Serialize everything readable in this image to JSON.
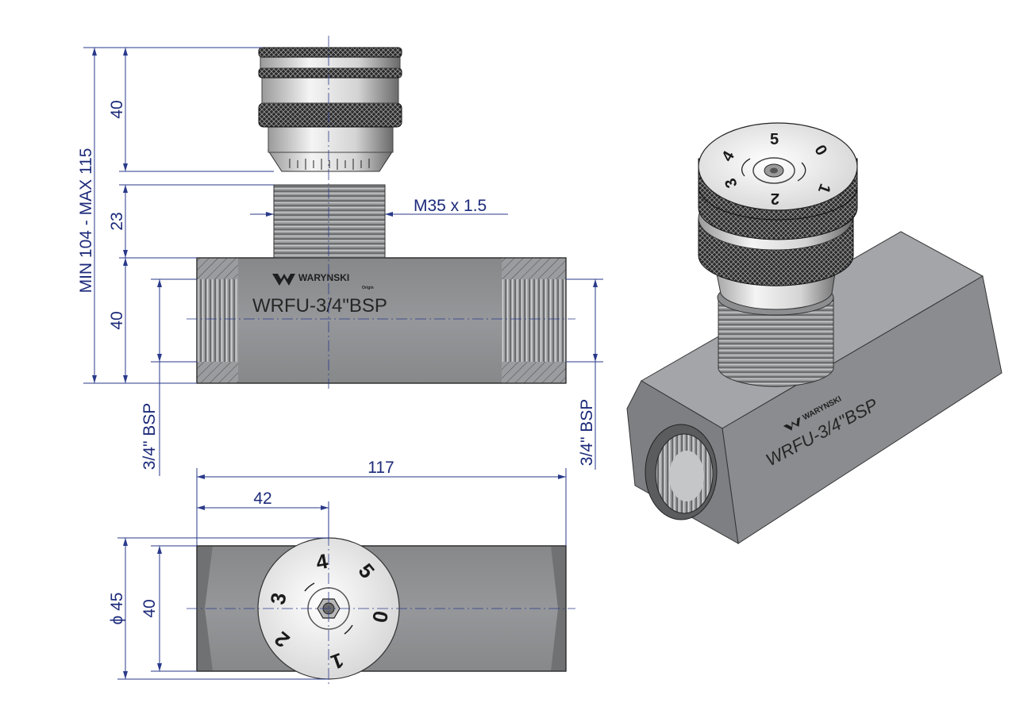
{
  "dimensions": {
    "overall_height": "MIN 104 - MAX 115",
    "knob_height": "40",
    "thread_height": "23",
    "body_height": "40",
    "thread_spec": "M35  x 1.5",
    "port_left": "3/4\" BSP",
    "port_right": "3/4\" BSP",
    "body_length": "117",
    "knob_offset": "42",
    "knob_diameter": "ϕ 45",
    "body_width": "40"
  },
  "labels": {
    "brand": "WARYNSKI",
    "brand_sub": "Origin",
    "model": "WRFU-3/4\"BSP"
  },
  "dial": {
    "numbers": [
      "4",
      "5",
      "0",
      "1",
      "2",
      "3"
    ]
  },
  "colors": {
    "dimension": "#1c2a7a",
    "body": "#8f9194",
    "knurl": "#1a1a1a"
  }
}
